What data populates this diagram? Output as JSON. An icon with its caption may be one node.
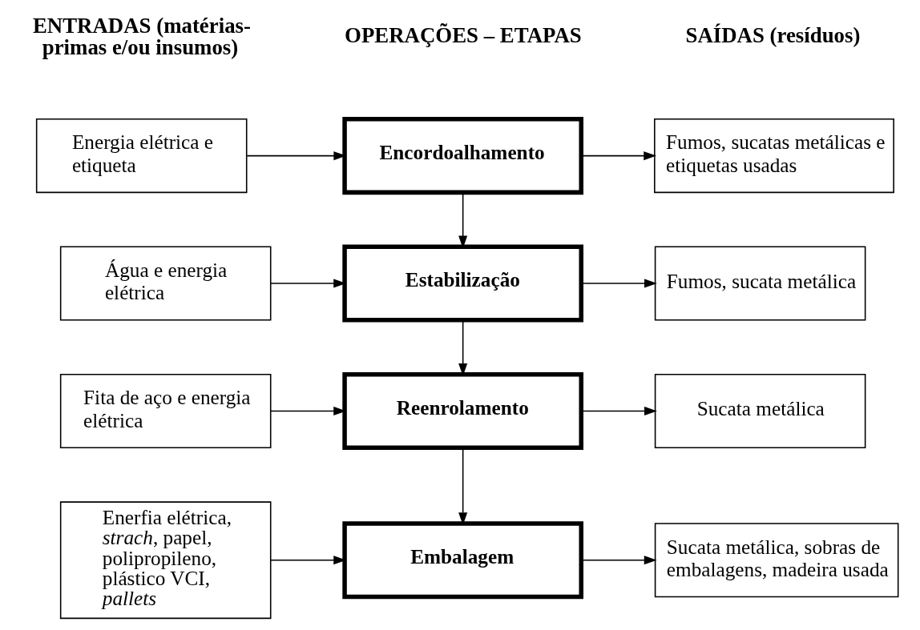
{
  "diagram": {
    "nodes": [
      {
        "text": [
          "Energia elétrica e etiqueta"
        ]
      },
      {
        "text": [
          "Encordoalhamento"
        ]
      },
      {
        "text": [
          "Fumos, sucatas metálicas e etiquetas usadas"
        ]
      },
      {
        "text": [
          "Água e energia elétrica"
        ]
      },
      {
        "text": [
          "Estabilização"
        ]
      },
      {
        "text": [
          "Fumos, sucata metálica"
        ]
      },
      {
        "text": [
          "Fita de aço e energia elétrica"
        ]
      },
      {
        "text": [
          "Reenrolamento"
        ]
      },
      {
        "text": [
          "Sucata metálica"
        ]
      },
      {
        "text": [
          "Enerfia elétrica, *strach*, papel, polipropileno, plástico VCI, *pallets*"
        ]
      },
      {
        "text": [
          "Embalagem"
        ]
      },
      {
        "text": [
          "Sucata metálica, sobras de embalagens, madeira usada"
        ]
      }
    ],
    "edges": [
      {
        "from": 0,
        "to": 1,
        "arrow": "to"
      },
      {
        "from": 1,
        "to": 2,
        "arrow": "to"
      },
      {
        "from": 1,
        "to": 4,
        "arrow": "to"
      },
      {
        "from": 3,
        "to": 4,
        "arrow": "to"
      },
      {
        "from": 4,
        "to": 5,
        "arrow": "to"
      },
      {
        "from": 4,
        "to": 7,
        "arrow": "to"
      },
      {
        "from": 6,
        "to": 7,
        "arrow": "to"
      },
      {
        "from": 7,
        "to": 8,
        "arrow": "to"
      },
      {
        "from": 7,
        "to": 10,
        "arrow": "to"
      },
      {
        "from": 9,
        "to": 10,
        "arrow": "to"
      },
      {
        "from": 10,
        "to": 11,
        "arrow": "to"
      }
    ],
    "labels": [
      "ENTRADAS (matérias-primas e/ou insumos)",
      "OPERAÇÕES – ETAPAS",
      "SAÍDAS (resíduos)"
    ]
  }
}
